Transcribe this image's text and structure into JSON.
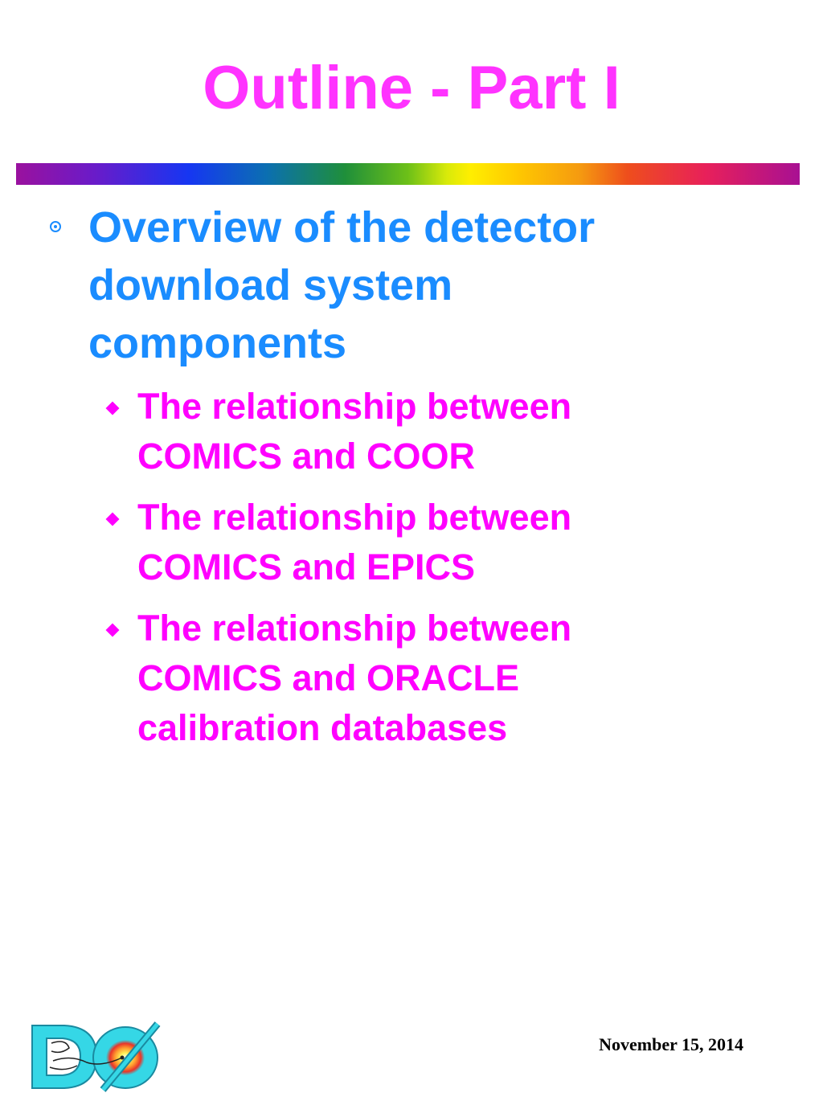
{
  "slide": {
    "title": "Outline - Part I",
    "colors": {
      "title": "#ff33ff",
      "level1": "#1a8cff",
      "level2": "#ff00ff",
      "bullet_l1": "#1a8cff",
      "diamond": "#ff00ff",
      "footer": "#000000"
    }
  },
  "bullets": [
    {
      "text": "Overview of the detector download system components",
      "sub_items": [
        {
          "text": "The relationship between COMICS and COOR"
        },
        {
          "text": "The relationship between COMICS and EPICS"
        },
        {
          "text": "The relationship between COMICS and ORACLE calibration databases"
        }
      ]
    }
  ],
  "footer": {
    "date": "November 15, 2014",
    "logo_icon": "d0-experiment-logo"
  }
}
